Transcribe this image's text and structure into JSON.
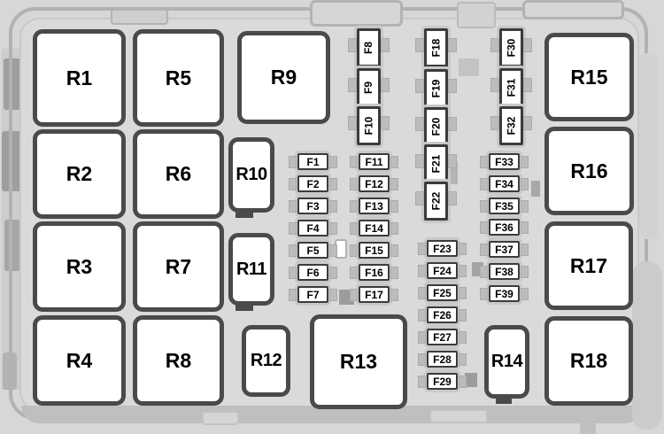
{
  "diagram_type": "fuse-relay-box-layout",
  "colors": {
    "background": "#d7d7d7",
    "shell_outline": "#b2b2b2",
    "relay_fill": "#ffffff",
    "relay_border": "#4a4a4a",
    "fuse_fill": "#ffffff",
    "fuse_border": "#3b3b3b",
    "label_color": "#000000"
  },
  "relays": [
    "R1",
    "R2",
    "R3",
    "R4",
    "R5",
    "R6",
    "R7",
    "R8",
    "R9",
    "R10",
    "R11",
    "R12",
    "R13",
    "R14",
    "R15",
    "R16",
    "R17",
    "R18"
  ],
  "fuses": [
    "F1",
    "F2",
    "F3",
    "F4",
    "F5",
    "F6",
    "F7",
    "F8",
    "F9",
    "F10",
    "F11",
    "F12",
    "F13",
    "F14",
    "F15",
    "F16",
    "F17",
    "F18",
    "F19",
    "F20",
    "F21",
    "F22",
    "F23",
    "F24",
    "F25",
    "F26",
    "F27",
    "F28",
    "F29",
    "F30",
    "F31",
    "F32",
    "F33",
    "F34",
    "F35",
    "F36",
    "F37",
    "F38",
    "F39"
  ]
}
